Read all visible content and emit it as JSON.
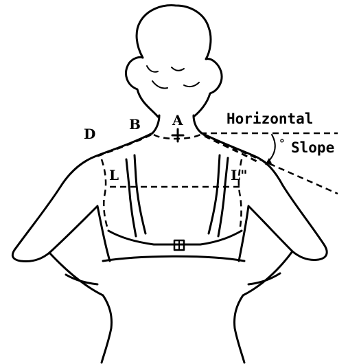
{
  "figure": {
    "points": {
      "a": "A",
      "b": "B",
      "d": "D",
      "l_left": "L",
      "l_right": "L\""
    },
    "labels": {
      "horizontal": "Horizontal",
      "slope": "Slope",
      "degree_mark": "°"
    },
    "colors": {
      "ink": "#000000",
      "paper": "#ffffff"
    }
  }
}
